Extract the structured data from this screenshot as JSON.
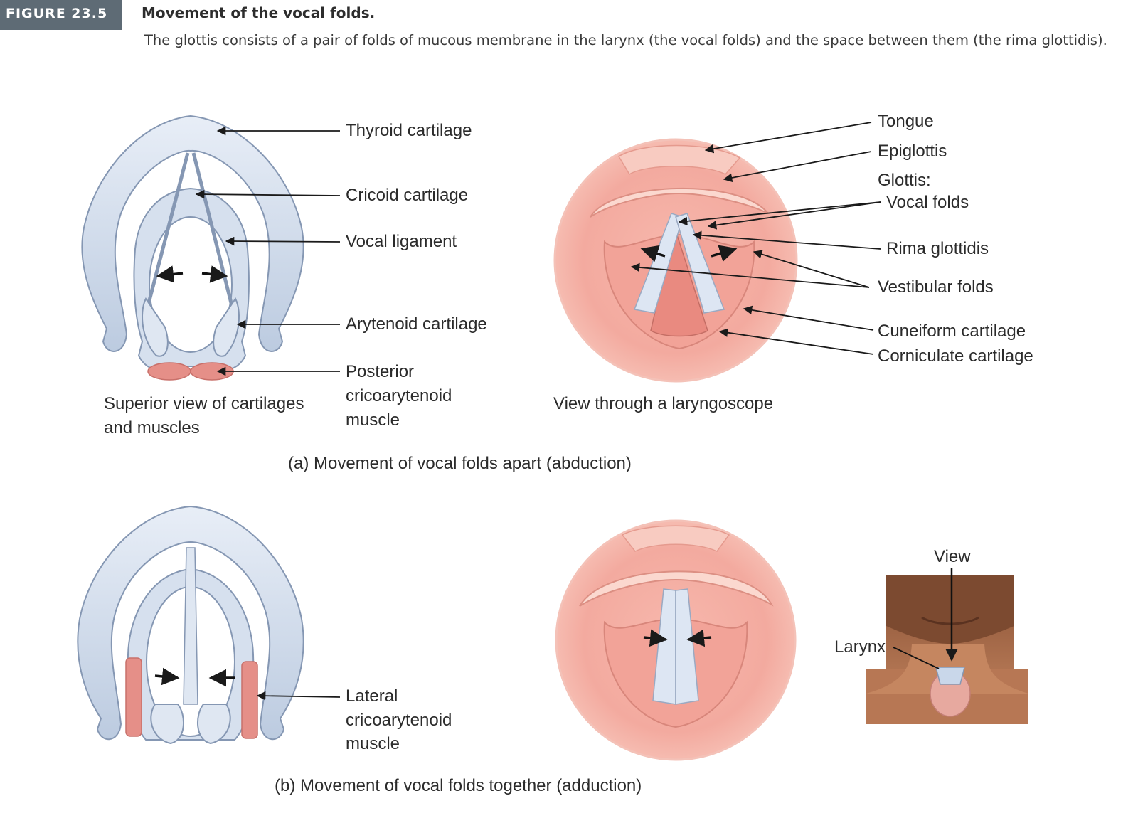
{
  "figure": {
    "number": "FIGURE 23.5",
    "title": "Movement of the vocal folds.",
    "caption": "The glottis consists of a pair of folds of mucous membrane in the larynx (the vocal folds) and the space between them (the rima glottidis)."
  },
  "panel_a": {
    "labels": {
      "thyroid": "Thyroid cartilage",
      "cricoid": "Cricoid cartilage",
      "vocal_ligament": "Vocal ligament",
      "arytenoid": "Arytenoid cartilage",
      "posterior_crico_1": "Posterior",
      "posterior_crico_2": "cricoarytenoid",
      "posterior_crico_3": "muscle",
      "tongue": "Tongue",
      "epiglottis": "Epiglottis",
      "glottis": "Glottis:",
      "vocal_folds": "Vocal folds",
      "rima": "Rima glottidis",
      "vestibular": "Vestibular folds",
      "cuneiform": "Cuneiform cartilage",
      "corniculate": "Corniculate cartilage"
    },
    "sub_left_1": "Superior view of cartilages",
    "sub_left_2": "and muscles",
    "sub_right": "View through a laryngoscope",
    "caption": "(a) Movement of vocal folds apart (abduction)"
  },
  "panel_b": {
    "labels": {
      "lateral_1": "Lateral",
      "lateral_2": "cricoarytenoid",
      "lateral_3": "muscle",
      "view": "View",
      "larynx": "Larynx"
    },
    "caption": "(b) Movement of vocal folds together (adduction)"
  },
  "colors": {
    "cartilage": "#c9d7ea",
    "cartilage_edge": "#8597b3",
    "mucosa": "#f1a79c",
    "mucosa_light": "#fbd3c9",
    "muscle": "#e58f88",
    "skin": "#b47350",
    "badge": "#5e6b75"
  }
}
